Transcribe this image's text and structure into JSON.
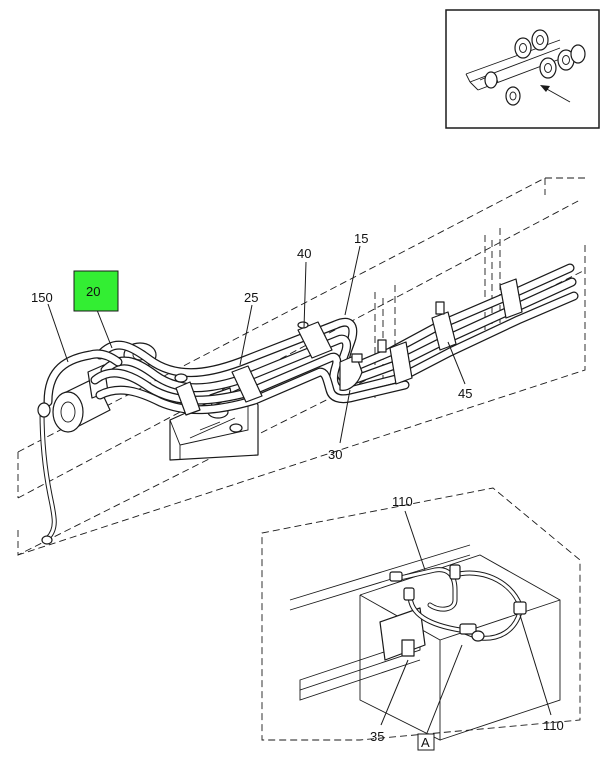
{
  "callouts": {
    "c150": "150",
    "c20": "20",
    "c25": "25",
    "c40": "40",
    "c15": "15",
    "c45": "45",
    "c30": "30",
    "c110_top": "110",
    "c110_bottom": "110",
    "c35": "35",
    "view_a": "A"
  },
  "colors": {
    "highlight": "#33ee33",
    "line": "#1a1a1a",
    "background": "#ffffff"
  },
  "icons": {
    "locator": "chassis-locator-icon",
    "direction": "view-direction-arrow-icon"
  }
}
